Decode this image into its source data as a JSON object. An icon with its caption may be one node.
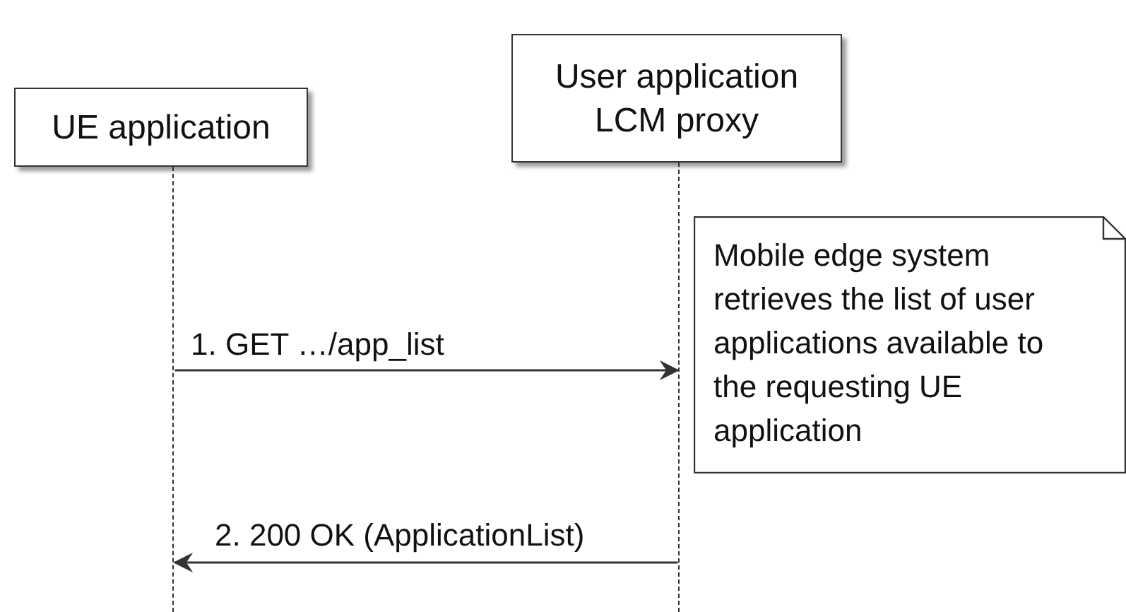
{
  "diagram": {
    "nodes": [
      {
        "text": [
          "UE application"
        ]
      },
      {
        "text": [
          "User application LCM proxy"
        ]
      },
      {
        "text": [],
        "shape": "line"
      },
      {
        "text": [],
        "shape": "line"
      },
      {
        "text": [
          "Mobile edge system retrieves the list of user applications available to the requesting UE application"
        ]
      }
    ],
    "edges": [
      {
        "from": 2,
        "to": 3,
        "arrow": "to",
        "label": "1. GET …/app_list"
      },
      {
        "from": 3,
        "to": 2,
        "arrow": "to",
        "label": "2. 200 OK (ApplicationList)"
      }
    ]
  }
}
